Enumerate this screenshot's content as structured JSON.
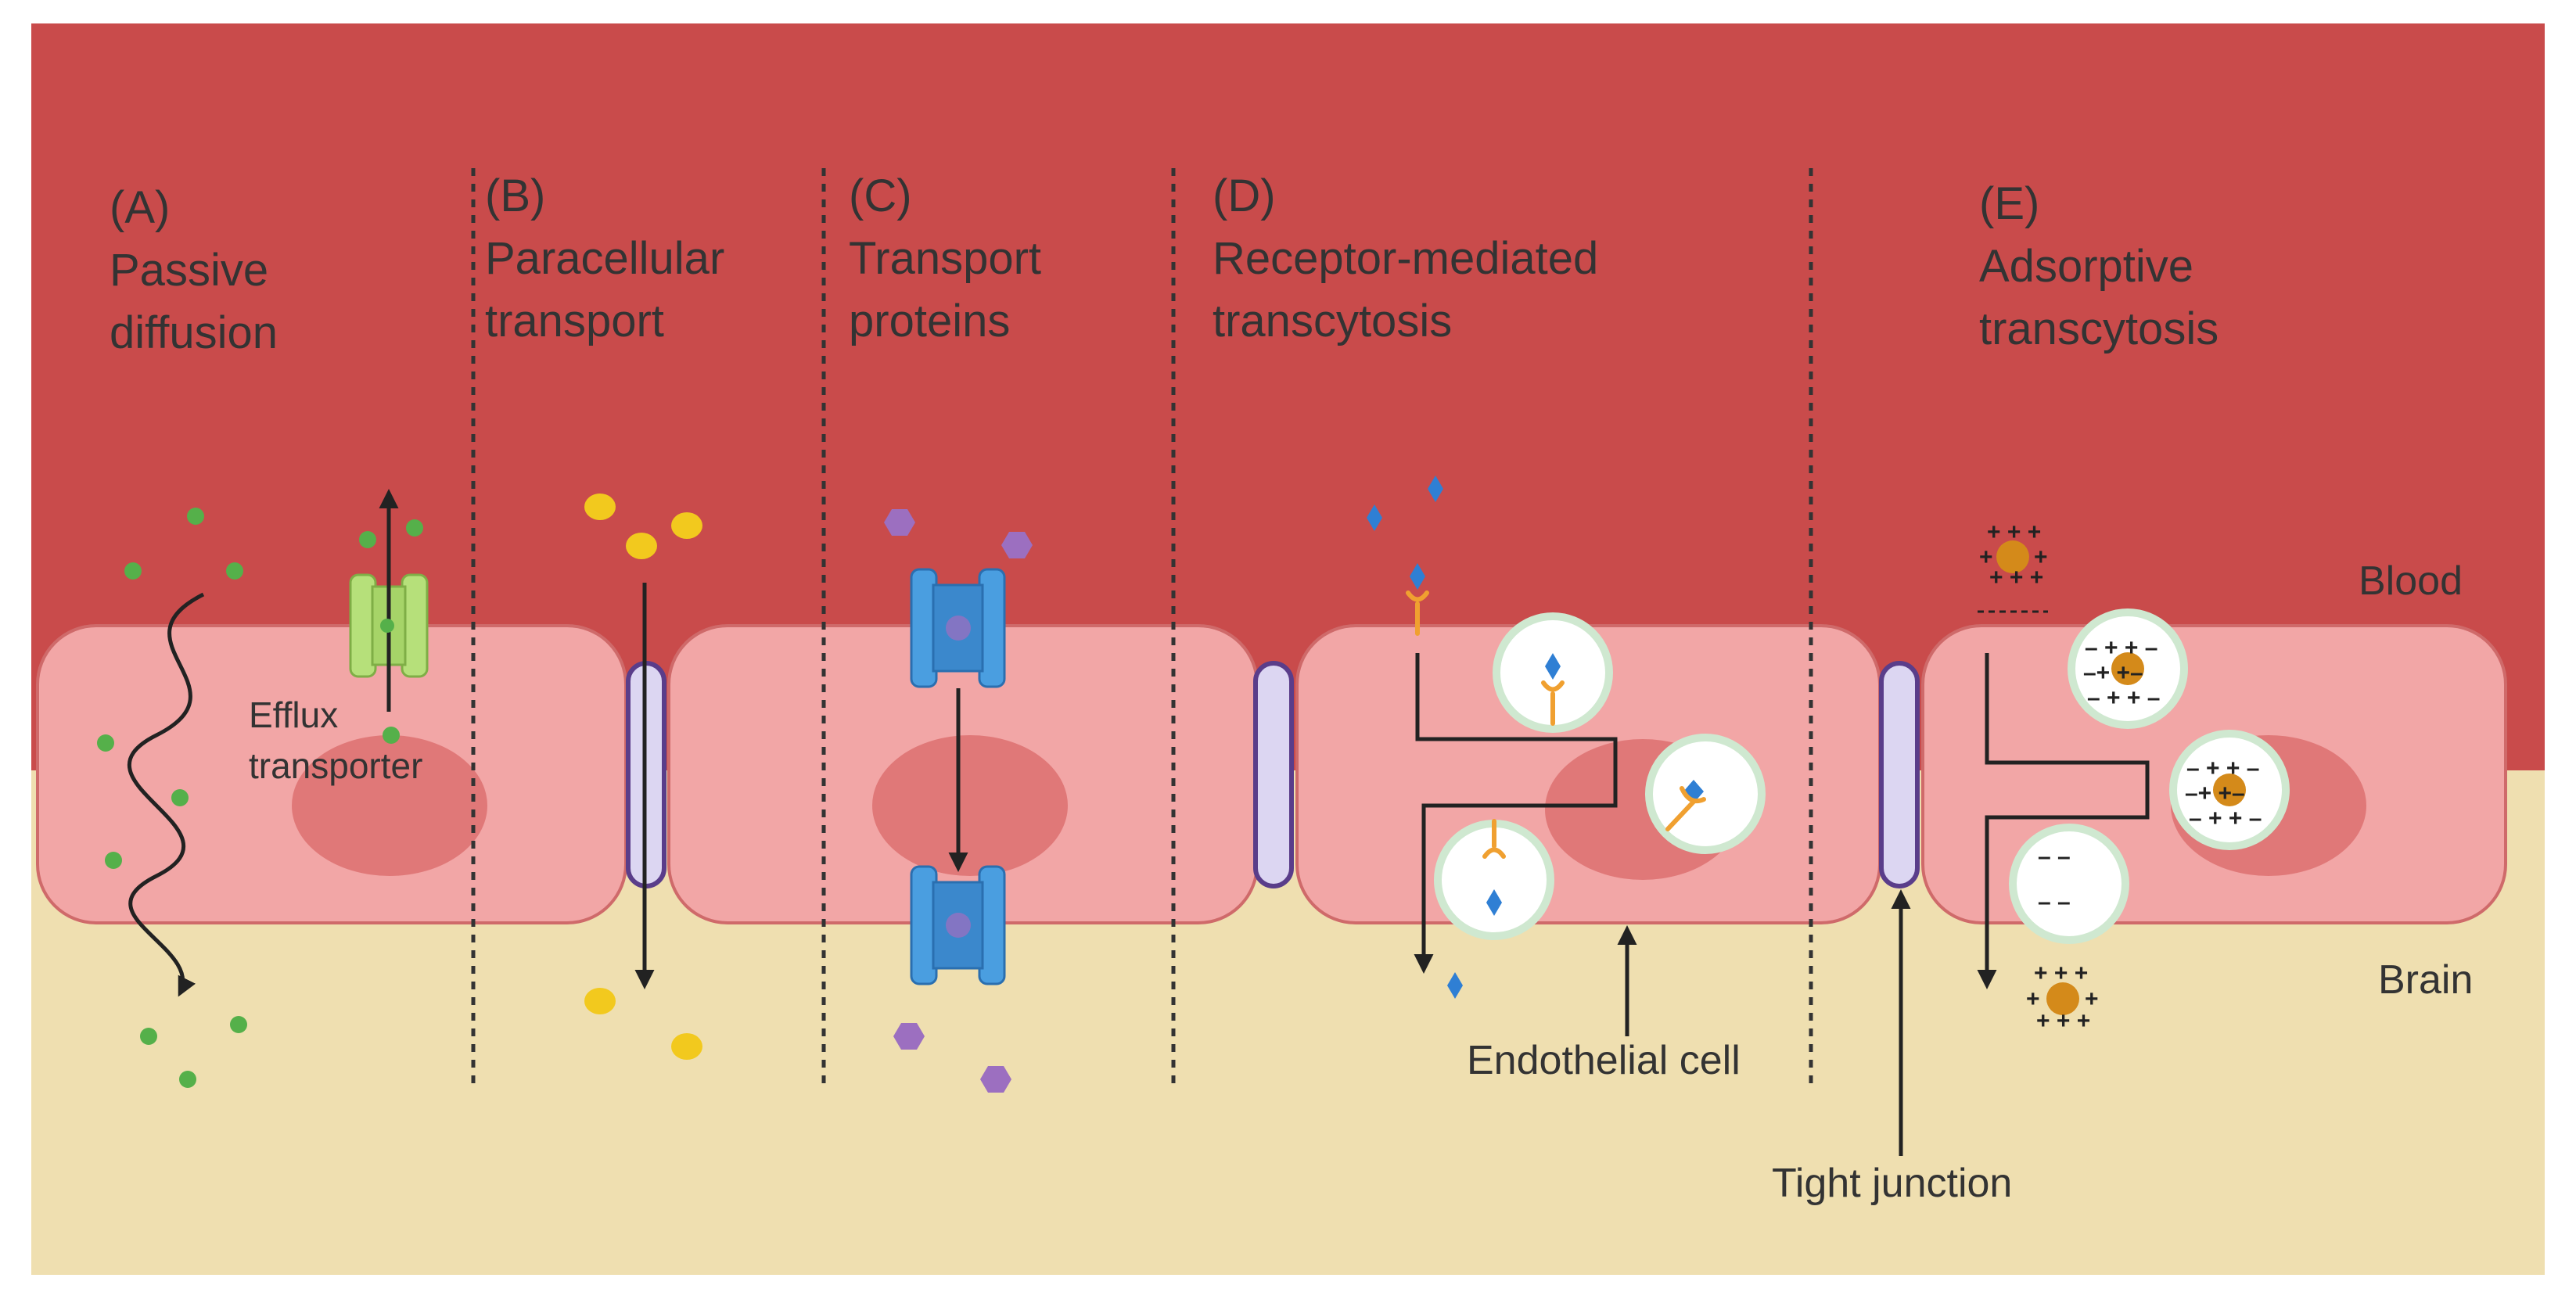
{
  "sections": [
    {
      "letter": "(A)",
      "line1": "Passive",
      "line2": "diffusion"
    },
    {
      "letter": "(B)",
      "line1": "Paracellular",
      "line2": "transport"
    },
    {
      "letter": "(C)",
      "line1": "Transport",
      "line2": "proteins"
    },
    {
      "letter": "(D)",
      "line1": "Receptor-mediated",
      "line2": "transcytosis"
    },
    {
      "letter": "(E)",
      "line1": "Adsorptive",
      "line2": "transcytosis"
    }
  ],
  "labels": {
    "blood": "Blood",
    "brain": "Brain",
    "efflux_line1": "Efflux",
    "efflux_line2": "transporter",
    "endothelial_cell": "Endothelial cell",
    "tight_junction": "Tight junction"
  },
  "colors": {
    "blood": "#c94b4b",
    "brain": "#efdfb0",
    "cell": "#f2a6a6",
    "nucleus": "#e07878",
    "tight_junction_fill": "#dcd6f2",
    "tight_junction_stroke": "#5a3d8a",
    "passive_molecule": "#55b04a",
    "paracellular_molecule": "#f2c91e",
    "transport_molecule": "#9c6fc0",
    "receptor_ligand": "#2f7fd4",
    "receptor": "#f0a030",
    "cationic_particle": "#d48a1a",
    "transport_protein": "#4a9ee0",
    "efflux_transporter": "#b6e07a"
  },
  "icons": [
    "arrow-icon",
    "charge-plus-icon",
    "charge-minus-icon"
  ]
}
